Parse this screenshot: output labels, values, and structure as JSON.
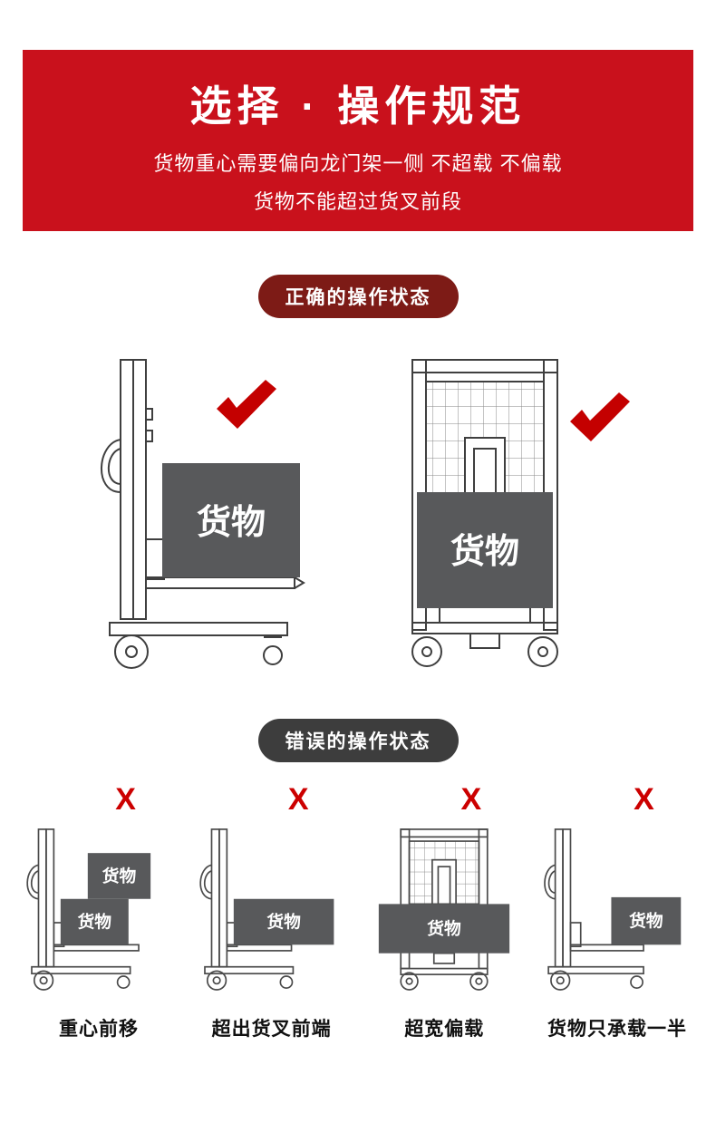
{
  "colors": {
    "banner_red": "#c9111c",
    "pill_correct_bg": "#7d1b16",
    "pill_wrong_bg": "#3d3d3d",
    "cargo_gray": "#58595b",
    "check_red": "#c40000",
    "x_red": "#cc0000"
  },
  "banner": {
    "title": "选择 · 操作规范",
    "line1": "货物重心需要偏向龙门架一侧 不超载 不偏载",
    "line2": "货物不能超过货叉前段"
  },
  "sections": {
    "correct": {
      "label": "正确的操作状态",
      "figures": [
        {
          "view": "side-view",
          "cargo": "货物"
        },
        {
          "view": "front-view",
          "cargo": "货物"
        }
      ]
    },
    "wrong": {
      "label": "错误的操作状态",
      "x_glyph": "X",
      "figures": [
        {
          "caption": "重心前移",
          "cargo_top": "货物",
          "cargo_bottom": "货物"
        },
        {
          "caption": "超出货叉前端",
          "cargo": "货物"
        },
        {
          "caption": "超宽偏载",
          "cargo": "货物"
        },
        {
          "caption": "货物只承载一半",
          "cargo": "货物"
        }
      ]
    }
  }
}
